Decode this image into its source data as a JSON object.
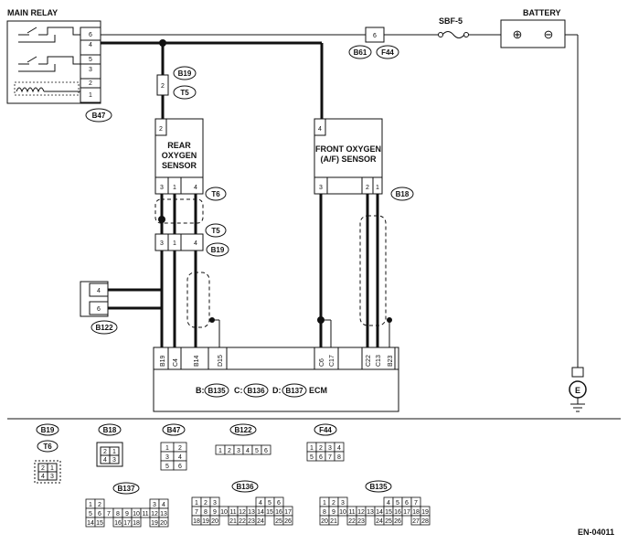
{
  "components": {
    "main_relay": {
      "title": "MAIN RELAY",
      "pins": [
        "6",
        "4",
        "5",
        "3",
        "2",
        "1"
      ],
      "connector": "B47"
    },
    "battery": {
      "title": "BATTERY",
      "plus": "⊕",
      "minus": "⊖"
    },
    "fuse": {
      "label": "SBF-5"
    },
    "f44_conn": {
      "pin": "6",
      "tag_left": "B61",
      "tag_right": "F44"
    },
    "b19_conn": {
      "pin": "2",
      "tag_top": "B19",
      "tag_bottom": "T5"
    },
    "rear_sensor": {
      "title": "REAR OXYGEN SENSOR",
      "lines": [
        "REAR",
        "OXYGEN",
        "SENSOR"
      ],
      "top_pin": "2",
      "bottom_pins": [
        "3",
        "1",
        "4"
      ]
    },
    "front_sensor": {
      "title": "FRONT OXYGEN (A/F) SENSOR",
      "lines": [
        "FRONT OXYGEN",
        "(A/F) SENSOR"
      ],
      "top_pin": "4",
      "bottom_pins": [
        "3",
        "2",
        "1"
      ]
    },
    "t6_tag": "T6",
    "t5_conn": {
      "pins": [
        "3",
        "1",
        "4"
      ],
      "tag_top": "T5",
      "tag_bottom": "B19"
    },
    "b18_tag": "B18",
    "b122_conn": {
      "pins": [
        "4",
        "6"
      ],
      "tag": "B122"
    },
    "ecm": {
      "pins": [
        "B19",
        "C4",
        "B14",
        "D15",
        "C6",
        "C17",
        "C22",
        "C13",
        "B23"
      ],
      "label_b": "B:",
      "tag_b": "B135",
      "label_c": "C:",
      "tag_c": "B136",
      "label_d": "D:",
      "tag_d": "B137",
      "name": "ECM"
    },
    "ground": "E"
  },
  "legend": {
    "b19_t6": {
      "tags": [
        "B19",
        "T6"
      ],
      "cells": [
        "2",
        "1",
        "4",
        "3"
      ]
    },
    "b18": {
      "tag": "B18",
      "cells": [
        "2",
        "1",
        "4",
        "3"
      ]
    },
    "b47": {
      "tag": "B47",
      "cells": [
        "1",
        "2",
        "3",
        "4",
        "5",
        "6"
      ]
    },
    "b122": {
      "tag": "B122",
      "cells": [
        "1",
        "2",
        "3",
        "4",
        "5",
        "6"
      ]
    },
    "f44": {
      "tag": "F44",
      "cells": [
        "1",
        "2",
        "3",
        "4",
        "5",
        "6",
        "7",
        "8"
      ]
    },
    "b137": {
      "tag": "B137",
      "rows": [
        [
          "1",
          "2",
          "",
          "",
          "",
          "",
          "",
          "3",
          "4"
        ],
        [
          "5",
          "6",
          "7",
          "8",
          "9",
          "10",
          "11",
          "12",
          "13"
        ],
        [
          "14",
          "15",
          "",
          "16",
          "17",
          "18",
          "",
          "19",
          "20"
        ]
      ]
    },
    "b136": {
      "tag": "B136",
      "rows": [
        [
          "1",
          "2",
          "3",
          "",
          "",
          "",
          "",
          "4",
          "5",
          "6"
        ],
        [
          "7",
          "8",
          "9",
          "10",
          "11",
          "12",
          "13",
          "14",
          "15",
          "16",
          "17"
        ],
        [
          "18",
          "19",
          "20",
          "",
          "21",
          "22",
          "23",
          "24",
          "",
          "25",
          "26"
        ]
      ]
    },
    "b135": {
      "tag": "B135",
      "rows": [
        [
          "1",
          "2",
          "3",
          "",
          "",
          "",
          "",
          "4",
          "5",
          "6",
          "7"
        ],
        [
          "8",
          "9",
          "10",
          "11",
          "12",
          "13",
          "14",
          "15",
          "16",
          "17",
          "18",
          "19"
        ],
        [
          "20",
          "21",
          "",
          "22",
          "23",
          "",
          "24",
          "25",
          "26",
          "",
          "27",
          "28"
        ]
      ]
    }
  },
  "footer_code": "EN-04011"
}
